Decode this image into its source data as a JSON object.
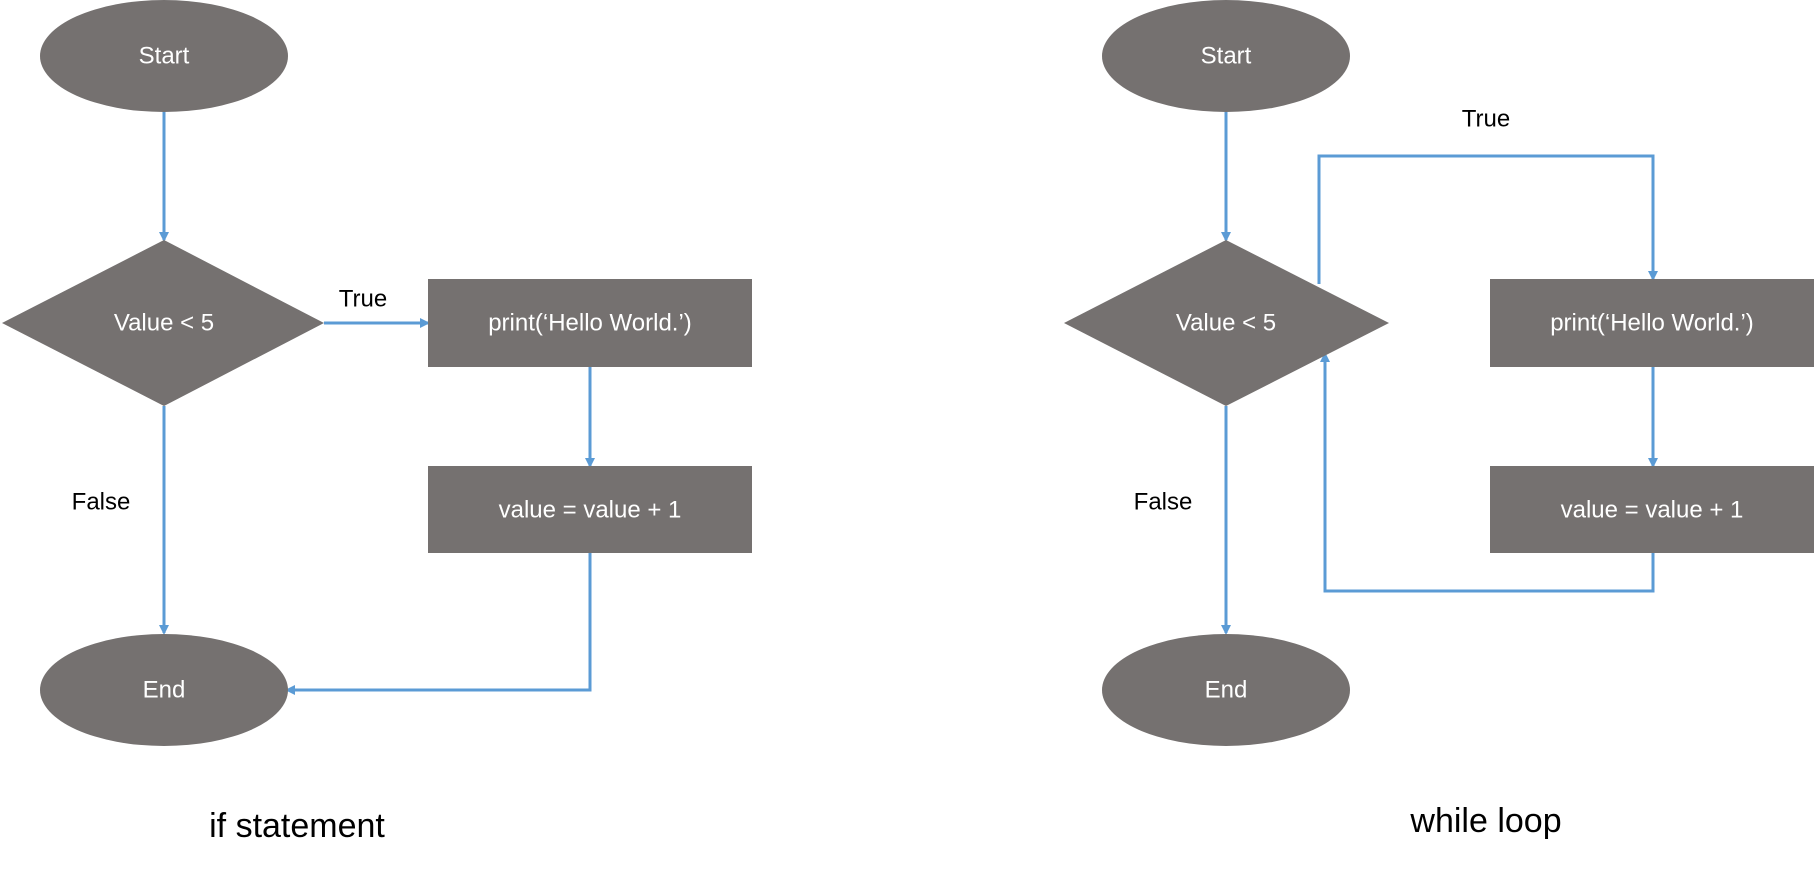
{
  "colors": {
    "node_fill": "#757170",
    "node_text": "#ffffff",
    "edge": "#5b9bd5",
    "label_text": "#000000"
  },
  "if_statement": {
    "caption": "if statement",
    "start": "Start",
    "condition": "Value < 5",
    "action_print": "print(‘Hello World.’)",
    "action_increment": "value = value + 1",
    "end": "End",
    "true_label": "True",
    "false_label": "False"
  },
  "while_loop": {
    "caption": "while loop",
    "start": "Start",
    "condition": "Value < 5",
    "action_print": "print(‘Hello World.’)",
    "action_increment": "value = value + 1",
    "end": "End",
    "true_label": "True",
    "false_label": "False"
  }
}
